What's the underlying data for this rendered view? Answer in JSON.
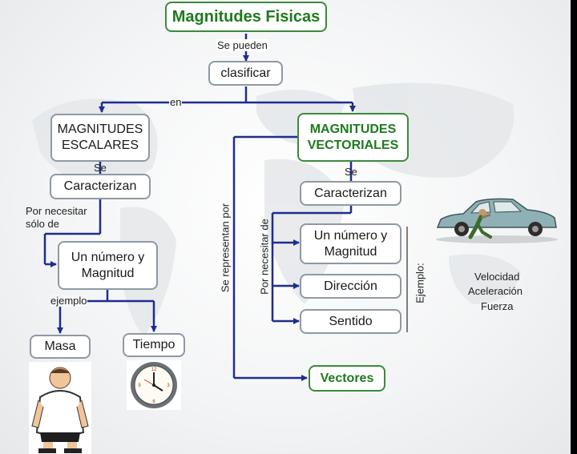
{
  "diagram": {
    "title": "Magnitudes Fisicas",
    "edge_se_pueden": "Se pueden",
    "clasificar": "clasificar",
    "edge_en": "en",
    "escalares": "MAGNITUDES\nESCALARES",
    "vectoriales": "MAGNITUDES\nVECTORIALES",
    "edge_se_left": "Se",
    "edge_se_right": "Se",
    "caracterizan_left": "Caracterizan",
    "caracterizan_right": "Caracterizan",
    "edge_por_necesitar_solo": "Por necesitar\nsólo de",
    "numero_magnitud_left": "Un número y\nMagnitud",
    "edge_ejemplo": "ejemplo",
    "masa": "Masa",
    "tiempo": "Tiempo",
    "edge_se_representan_por": "Se representan por",
    "edge_por_necesitar_de": "Por necesitar de",
    "numero_magnitud_right": "Un número y\nMagnitud",
    "direccion": "Dirección",
    "sentido": "Sentido",
    "edge_ejemplo_right": "Ejemplo:",
    "ejemplos_vectoriales": [
      "Velocidad",
      "Aceleración",
      "Fuerza"
    ],
    "vectores": "Vectores"
  },
  "colors": {
    "edge": "#1f2d8c",
    "green_accent": "#1e7a1e",
    "box_border": "#8f99a3"
  },
  "icons": {
    "man": "overweight-man-illustration",
    "clock": "wall-clock-illustration",
    "car": "pushing-car-illustration"
  }
}
